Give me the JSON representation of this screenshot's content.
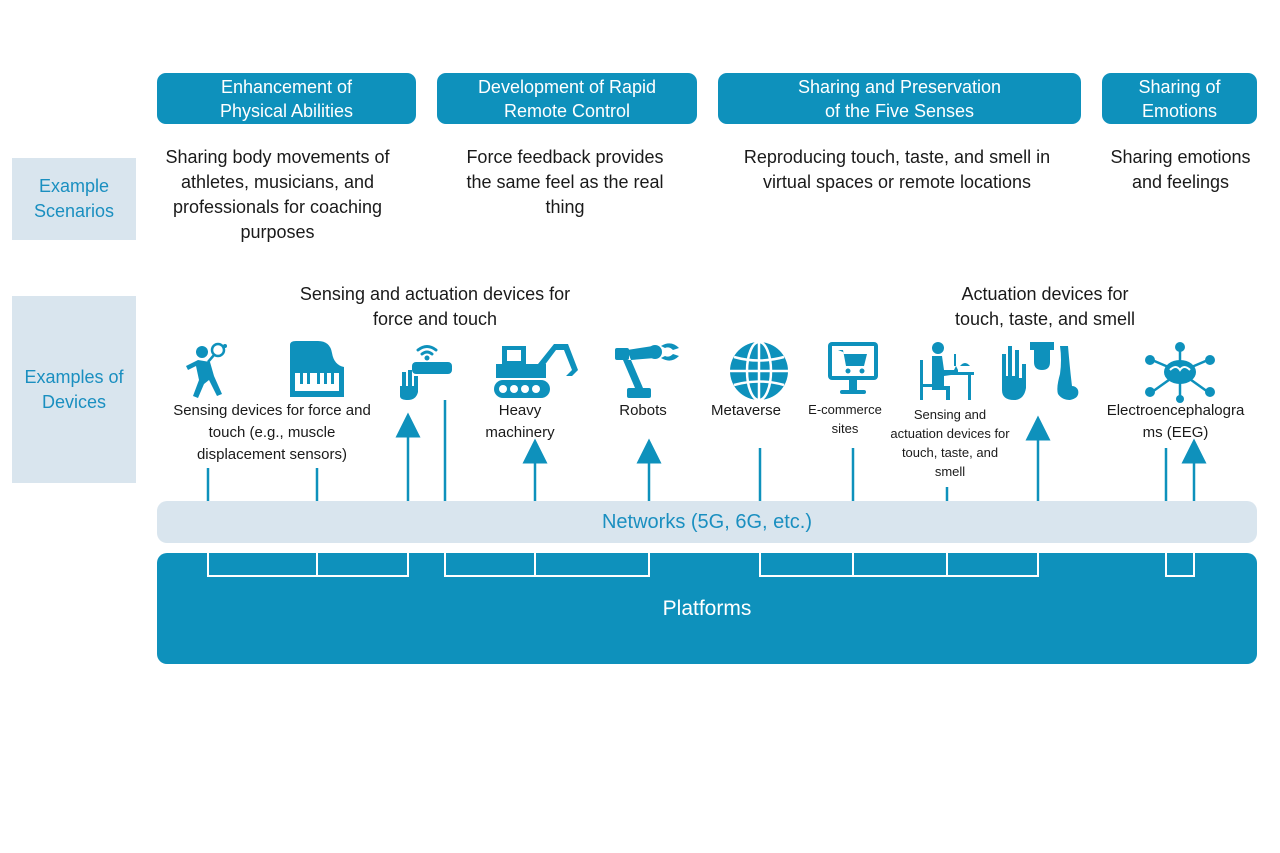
{
  "categories": [
    {
      "label": "Enhancement of\nPhysical Abilities"
    },
    {
      "label": "Development of Rapid\nRemote Control"
    },
    {
      "label": "Sharing and Preservation\nof the Five Senses"
    },
    {
      "label": "Sharing of\nEmotions"
    }
  ],
  "side_labels": {
    "scenarios": "Example\nScenarios",
    "devices": "Examples of\nDevices"
  },
  "scenarios": [
    "Sharing body movements of\nathletes, musicians, and\nprofessionals for coaching\npurposes",
    "Force feedback provides\nthe same feel as the real\nthing",
    "Reproducing touch, taste, and smell in\nvirtual spaces or remote locations",
    "Sharing emotions\nand feelings"
  ],
  "device_groups": {
    "force_touch": "Sensing and actuation devices for\nforce and touch",
    "touch_taste_smell": "Actuation devices for\ntouch, taste, and smell"
  },
  "devices": {
    "sensing_force": "Sensing devices for force and\ntouch (e.g., muscle\ndisplacement sensors)",
    "heavy_machinery": "Heavy\nmachinery",
    "robots": "Robots",
    "metaverse": "Metaverse",
    "ecommerce": "E-commerce\nsites",
    "sensing_taste": "Sensing and\nactuation devices for\ntouch, taste, and\nsmell",
    "eeg": "Electroencephalogra\nms (EEG)"
  },
  "icons": [
    "tennis-player-icon",
    "piano-icon",
    "hand-vr-headset-icon",
    "excavator-icon",
    "robot-arm-icon",
    "globe-icon",
    "shopping-cart-monitor-icon",
    "person-eating-icon",
    "hand-tongue-nose-icon",
    "brain-network-icon"
  ],
  "network": "Networks (5G, 6G, etc.)",
  "platform": "Platforms",
  "colors": {
    "accent": "#0e91bc",
    "light": "#d9e5ee",
    "text_accent": "#1a8fc0"
  }
}
